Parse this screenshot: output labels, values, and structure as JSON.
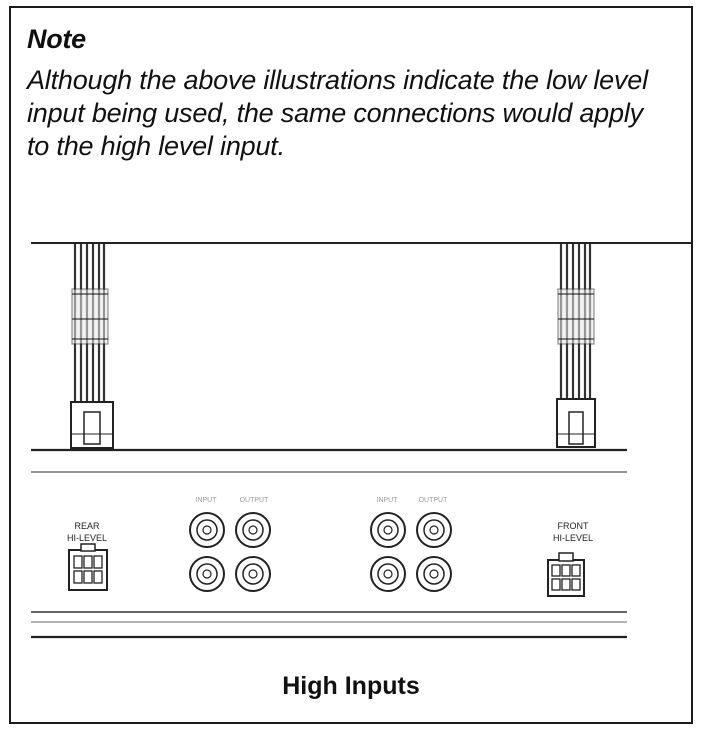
{
  "note": {
    "title": "Note",
    "body": "Although the above illustrations indicate the low level input being used, the same connections would apply to the high level input."
  },
  "diagram": {
    "rear_label_line1": "REAR",
    "rear_label_line2": "HI-LEVEL",
    "front_label_line1": "FRONT",
    "front_label_line2": "HI-LEVEL",
    "rca_left_input_label": "INPUT",
    "rca_left_output_label": "OUTPUT",
    "rca_right_input_label": "INPUT",
    "rca_right_output_label": "OUTPUT"
  },
  "caption": "High Inputs"
}
